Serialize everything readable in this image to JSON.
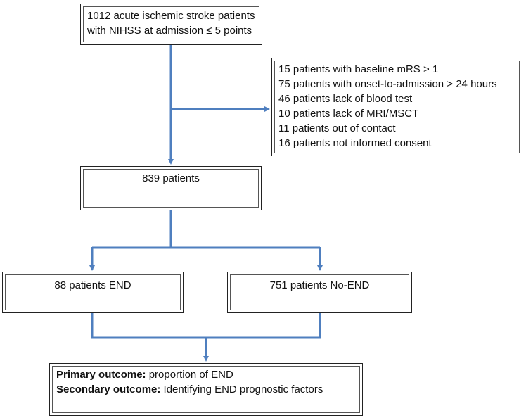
{
  "flow": {
    "start": {
      "line1": "1012 acute ischemic stroke patients",
      "line2": "with NIHSS at admission ≤ 5 points"
    },
    "exclusions": [
      "15 patients with baseline mRS > 1",
      "75 patients  with onset-to-admission > 24 hours",
      "46 patients lack of blood test",
      "10 patients lack of MRI/MSCT",
      "11 patients out of contact",
      "16 patients not informed consent"
    ],
    "included": "839 patients",
    "end_group": "88 patients END",
    "noend_group": "751 patients No-END",
    "outcomes": {
      "primary_label": "Primary outcome:",
      "primary_text": " proportion of END",
      "secondary_label": "Secondary outcome:",
      "secondary_text": " Identifying END prognostic factors"
    }
  },
  "colors": {
    "connector": "#4f7fbf",
    "border": "#222222"
  }
}
